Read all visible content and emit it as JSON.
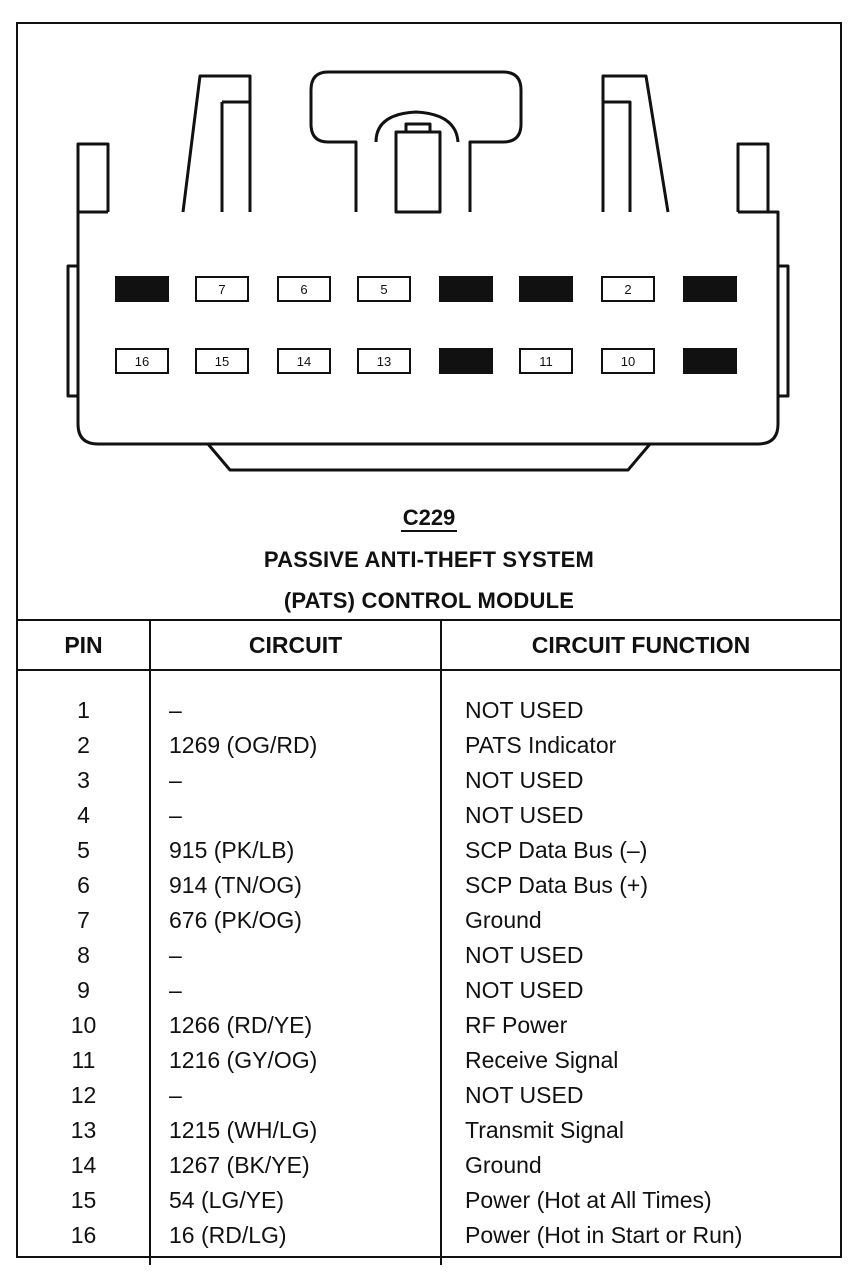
{
  "connector": {
    "id": "C229",
    "title_line1": "PASSIVE ANTI-THEFT SYSTEM",
    "title_line2": "(PATS) CONTROL MODULE",
    "top_row": [
      {
        "label": "",
        "filled": true
      },
      {
        "label": "7",
        "filled": false
      },
      {
        "label": "6",
        "filled": false
      },
      {
        "label": "5",
        "filled": false
      },
      {
        "label": "",
        "filled": true
      },
      {
        "label": "",
        "filled": true
      },
      {
        "label": "2",
        "filled": false
      },
      {
        "label": "",
        "filled": true
      }
    ],
    "bottom_row": [
      {
        "label": "16",
        "filled": false
      },
      {
        "label": "15",
        "filled": false
      },
      {
        "label": "14",
        "filled": false
      },
      {
        "label": "13",
        "filled": false
      },
      {
        "label": "",
        "filled": true
      },
      {
        "label": "11",
        "filled": false
      },
      {
        "label": "10",
        "filled": false
      },
      {
        "label": "",
        "filled": true
      }
    ]
  },
  "table": {
    "headers": {
      "pin": "PIN",
      "circuit": "CIRCUIT",
      "function": "CIRCUIT FUNCTION"
    },
    "rows": [
      {
        "pin": "1",
        "circuit": "–",
        "function": "NOT USED"
      },
      {
        "pin": "2",
        "circuit": "1269 (OG/RD)",
        "function": "PATS Indicator"
      },
      {
        "pin": "3",
        "circuit": "–",
        "function": "NOT USED"
      },
      {
        "pin": "4",
        "circuit": "–",
        "function": "NOT USED"
      },
      {
        "pin": "5",
        "circuit": "915 (PK/LB)",
        "function": "SCP Data Bus (–)"
      },
      {
        "pin": "6",
        "circuit": "914 (TN/OG)",
        "function": "SCP Data Bus (+)"
      },
      {
        "pin": "7",
        "circuit": "676 (PK/OG)",
        "function": "Ground"
      },
      {
        "pin": "8",
        "circuit": "–",
        "function": "NOT USED"
      },
      {
        "pin": "9",
        "circuit": "–",
        "function": "NOT USED"
      },
      {
        "pin": "10",
        "circuit": "1266 (RD/YE)",
        "function": "RF Power"
      },
      {
        "pin": "11",
        "circuit": "1216 (GY/OG)",
        "function": "Receive Signal"
      },
      {
        "pin": "12",
        "circuit": "–",
        "function": "NOT USED"
      },
      {
        "pin": "13",
        "circuit": "1215 (WH/LG)",
        "function": "Transmit Signal"
      },
      {
        "pin": "14",
        "circuit": "1267 (BK/YE)",
        "function": "Ground"
      },
      {
        "pin": "15",
        "circuit": "54 (LG/YE)",
        "function": "Power (Hot at All Times)"
      },
      {
        "pin": "16",
        "circuit": "16 (RD/LG)",
        "function": "Power (Hot in Start or Run)"
      }
    ]
  }
}
